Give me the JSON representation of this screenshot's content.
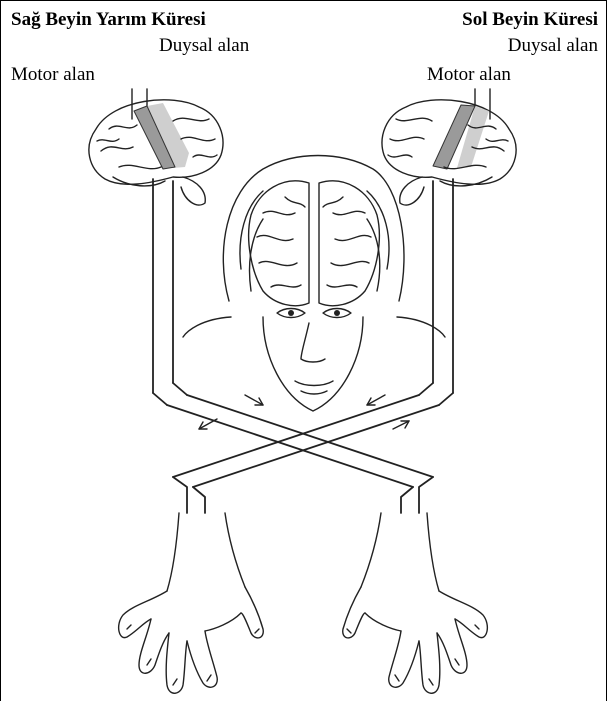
{
  "labels": {
    "right_hemisphere_title": "Sağ Beyin Yarım Küresi",
    "right_sensory": "Duysal alan",
    "right_motor": "Motor alan",
    "left_hemisphere_title": "Sol Beyin Küresi",
    "left_sensory": "Duysal alan",
    "left_motor": "Motor alan"
  },
  "colors": {
    "line": "#222222",
    "motor_area_fill": "#9a9a9a",
    "sensory_area_fill": "#cfcfcf",
    "border": "#000000"
  }
}
